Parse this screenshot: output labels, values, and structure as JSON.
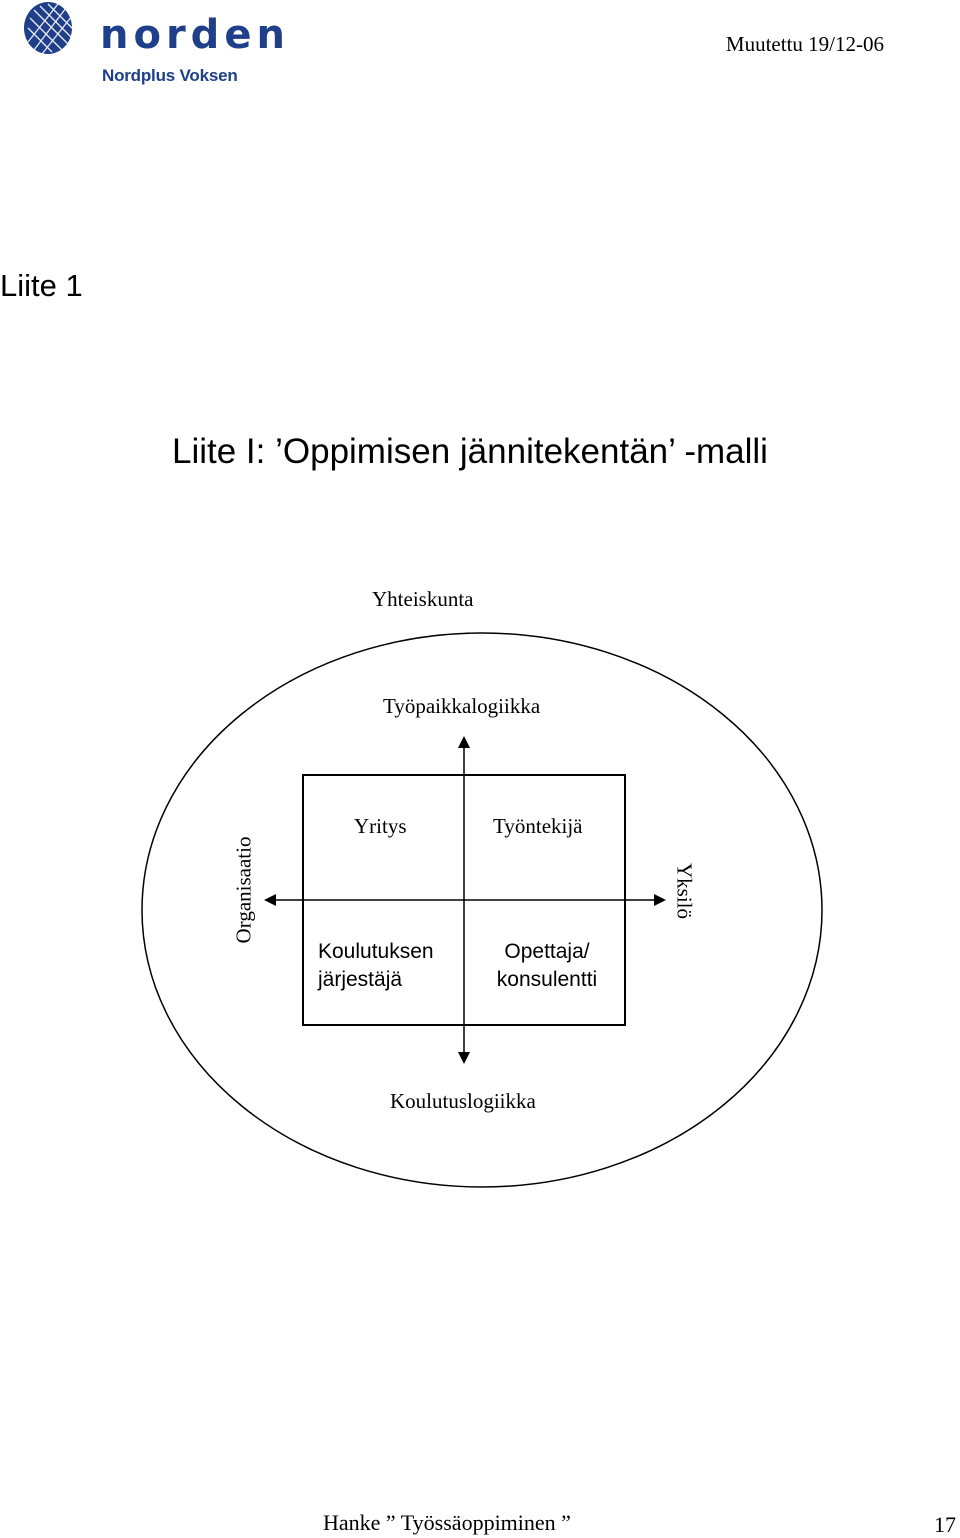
{
  "header": {
    "logo_word": "norden",
    "logo_sub": "Nordplus Voksen",
    "modified": "Muutettu 19/12-06"
  },
  "heading": "Liite 1",
  "subtitle": "Liite I: ’Oppimisen jännitekentän’ -malli",
  "diagram": {
    "outer_label": "Yhteiskunta",
    "top_logic": "Työpaikkalogiikka",
    "bottom_logic": "Koulutuslogiikka",
    "left_axis": "Organisaatio",
    "right_axis": "Yksilö",
    "cells": {
      "top_left": "Yritys",
      "top_right": "Työntekijä",
      "bottom_left_line1": "Koulutuksen",
      "bottom_left_line2": "järjestäjä",
      "bottom_right_line1": "Opettaja/",
      "bottom_right_line2": "konsulentti"
    }
  },
  "footer": {
    "text": "Hanke ” Työssäoppiminen ”",
    "page": "17"
  }
}
